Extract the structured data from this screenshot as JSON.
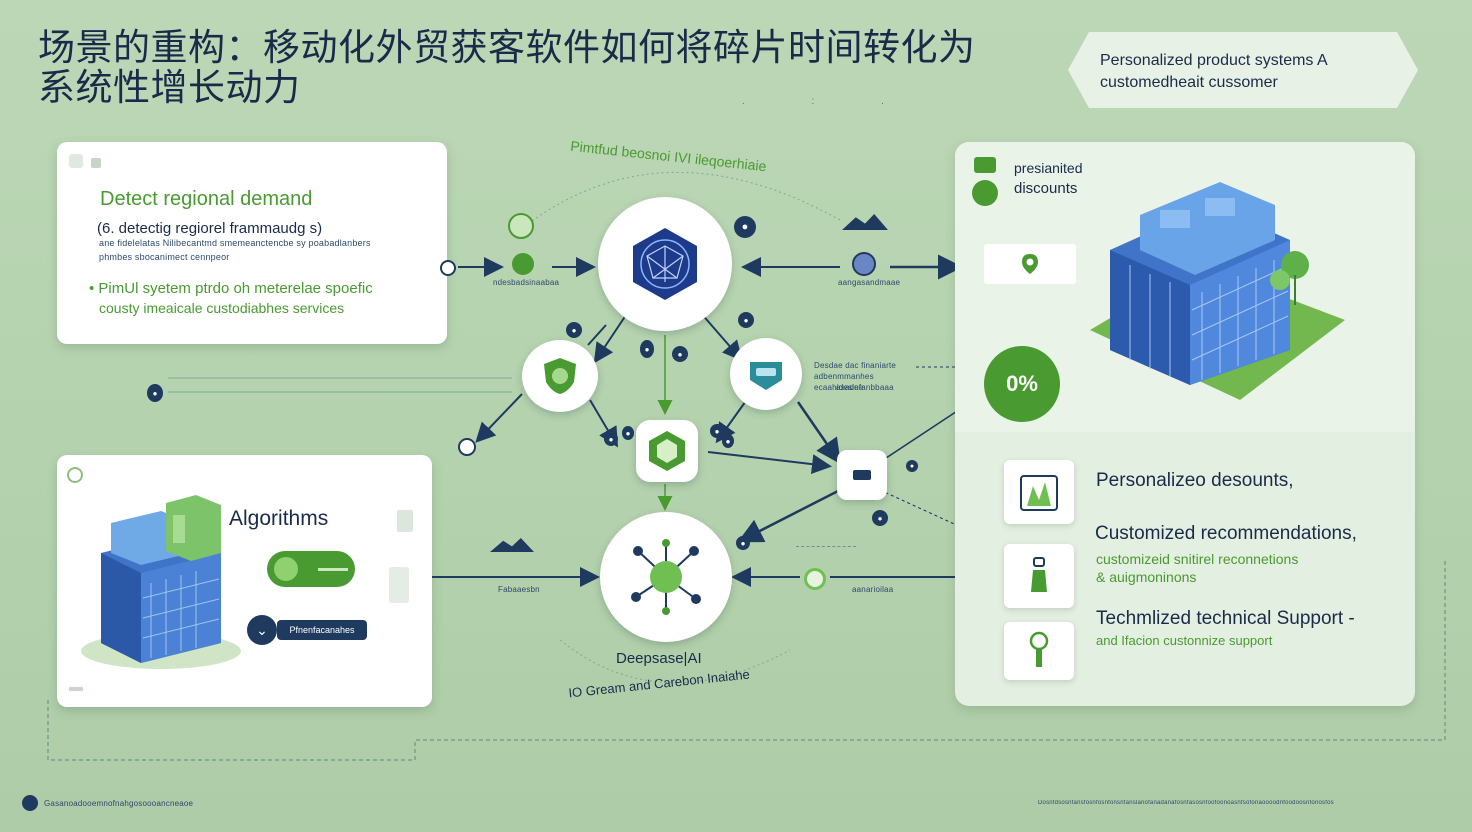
{
  "title": "场景的重构：移动化外贸获客软件如何将碎片时间转化为系统性增长动力",
  "top_tag": {
    "line1": "Personalized product systems A",
    "line2": "customedheait cussomer"
  },
  "card_left_top": {
    "heading": "Detect regional demand",
    "line1": "(6. detectig regiorel frammaudg s)",
    "line2": "ane fidelelatas Nilibecantmd smemeanctencbe sy poabadlanbers",
    "line3": "phmbes sbocanimect cennpeor",
    "bullet1": "• PimUl syetem ptrdo oh meterelae spoefic",
    "bullet2": "cousty imeaicale custodiabhes services"
  },
  "card_left_bottom": {
    "heading": "Algorithms",
    "pill_label": "Pfnenfacanahes"
  },
  "top_arc_label": "Pimtfud beosnoi IVI ileqoerhiaie",
  "node_labels": {
    "left_small": "ndesbadsinaabaa",
    "right_small": "aangasandmaae",
    "right_mid": "Desdae dac finaniarte adbenmmanhes ecaahidesine",
    "right_mid2": "asadefanbbaaa",
    "deep": "Deepsase|AI",
    "bottom_arc": "IO Gream and Carebon Inaiahe",
    "bottom_left_small": "Fabaaesbn",
    "bottom_right_small": "aanarioilaa"
  },
  "percent_badge": "0%",
  "right_panel": {
    "top_line1": "presianited",
    "top_line2": "discounts",
    "feature1_title": "Personalizeo desounts,",
    "feature2_title": "Customized recommendations,",
    "feature2_sub1": "customizeid snitirel reconnetions",
    "feature2_sub2": "& auigmoninons",
    "feature3_title": "Techmlized technical Support -",
    "feature3_sub": "and Ifacion custonnize support"
  },
  "footer_left": "Gasanoadooemnofnahgosoooancneaoe",
  "footer_right": "Dosnfdsosnfansfosnfosnfonsnfanslanofanadanafosnfasosnfoofoonoasnfsofonaoooodnfoodoosnfonosfos",
  "colors": {
    "navy": "#1e3a5f",
    "green": "#4a9a32",
    "bg": "#b8d4b2",
    "card": "#ffffff"
  },
  "icons": [
    "network-hex-icon",
    "shield-icon",
    "badge-icon",
    "molecule-icon",
    "building-icon",
    "pin-icon",
    "mic-icon",
    "lightbulb-icon"
  ]
}
